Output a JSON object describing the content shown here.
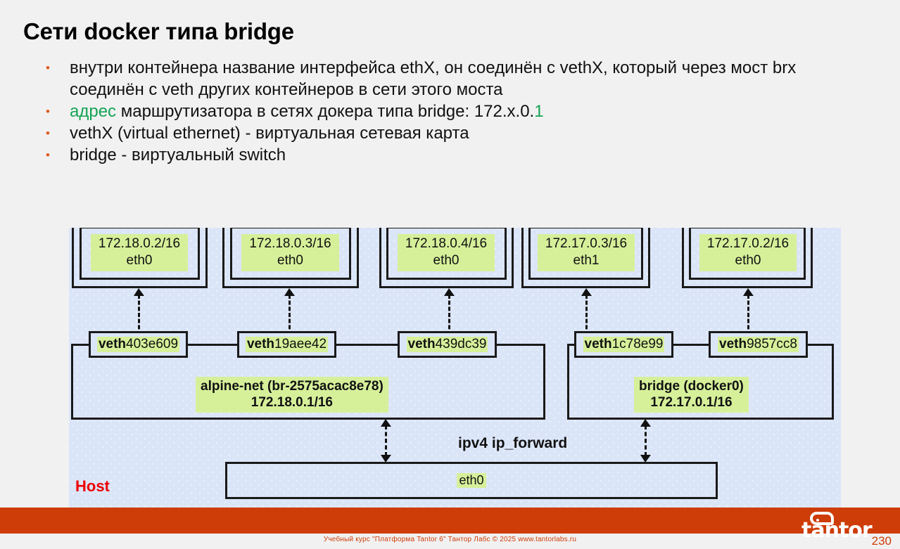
{
  "slide": {
    "title": "Сети docker типа bridge",
    "page_number": "230"
  },
  "bullets": [
    {
      "id": "bullet-1",
      "marker": "•",
      "text": "внутри контейнера название интерфейса ethX, он соединён с vethX, который через мост brx соединён с veth других контейнеров в сети этого моста"
    },
    {
      "id": "bullet-2",
      "marker": "•",
      "lead": "адрес",
      "text": " маршрутизатора в сетях докера типа bridge: 172.x.0.",
      "tail": "1"
    },
    {
      "id": "bullet-3",
      "marker": "•",
      "text": "vethX (virtual ethernet) - виртуальная сетевая карта"
    },
    {
      "id": "bullet-4",
      "marker": "•",
      "text": "bridge - виртуальный switch"
    }
  ],
  "diagram": {
    "containers": [
      {
        "ip": "172.18.0.2/16",
        "iface": "eth0"
      },
      {
        "ip": "172.18.0.3/16",
        "iface": "eth0"
      },
      {
        "ip": "172.18.0.4/16",
        "iface": "eth0"
      },
      {
        "ip": "172.17.0.3/16",
        "iface": "eth1"
      },
      {
        "ip": "172.17.0.2/16",
        "iface": "eth0"
      }
    ],
    "veths": [
      {
        "prefix": "veth",
        "suffix": "403e609"
      },
      {
        "prefix": "veth",
        "suffix": "19aee42"
      },
      {
        "prefix": "veth",
        "suffix": "439dc39"
      },
      {
        "prefix": "veth",
        "suffix": "1c78e99"
      },
      {
        "prefix": "veth",
        "suffix": "9857cc8"
      }
    ],
    "bridges": [
      {
        "name": "alpine-net (br-2575acac8e78)",
        "ip": "172.18.0.1/16"
      },
      {
        "name": "bridge (docker0)",
        "ip": "172.17.0.1/16"
      }
    ],
    "host": {
      "label": "Host",
      "iface": "eth0"
    },
    "ip_forward_label": "ipv4 ip_forward"
  },
  "footer": {
    "note": "Учебный курс \"Платформа Tantor 6\" Тантор Лабс © 2025  www.tantorlabs.ru",
    "logo_text": "tantor"
  },
  "colors": {
    "accent_orange": "#ce3c07",
    "accent_green": "#12a454",
    "highlight_green": "#d6f09a",
    "panel_blue": "#dbe5f8",
    "host_red": "#ee0000"
  }
}
